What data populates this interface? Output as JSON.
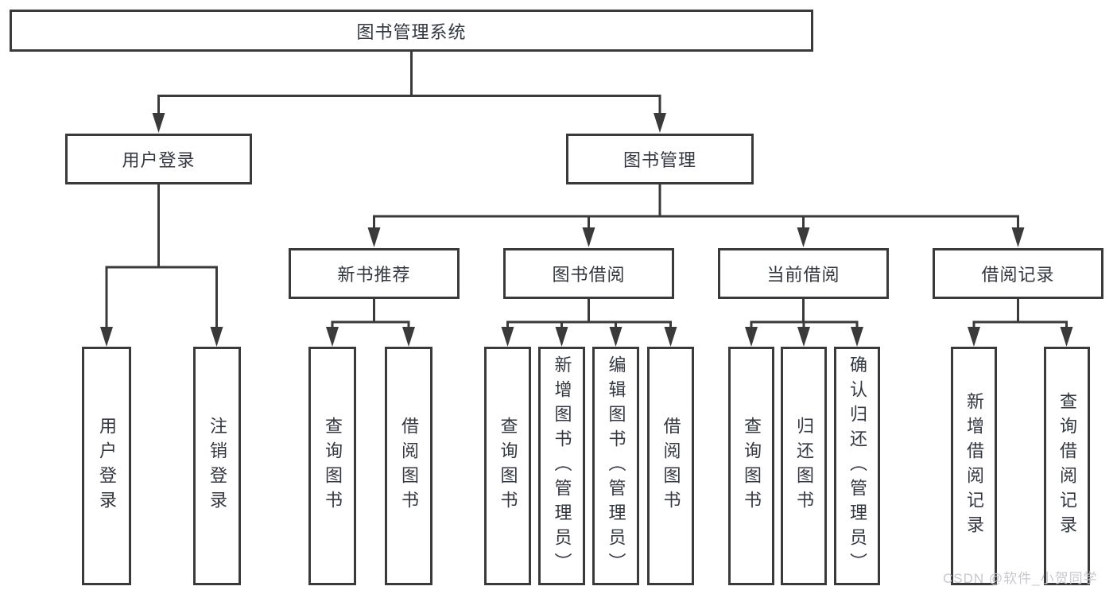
{
  "colors": {
    "line": "#3a3a3a",
    "box_border": "#3a3a3a",
    "box_fill": "#ffffff",
    "label_text": "#333740",
    "background": "#ffffff",
    "watermark": "#c9c6ce"
  },
  "tree": {
    "root": {
      "label": "图书管理系统"
    },
    "branches": [
      {
        "label": "用户登录",
        "children": [
          {
            "label": "用户登录"
          },
          {
            "label": "注销登录"
          }
        ]
      },
      {
        "label": "图书管理",
        "children": [
          {
            "label": "新书推荐",
            "children": [
              {
                "label": "查询图书"
              },
              {
                "label": "借阅图书"
              }
            ]
          },
          {
            "label": "图书借阅",
            "children": [
              {
                "label": "查询图书"
              },
              {
                "label": "新增图书（管理员）"
              },
              {
                "label": "编辑图书（管理员）"
              },
              {
                "label": "借阅图书"
              }
            ]
          },
          {
            "label": "当前借阅",
            "children": [
              {
                "label": "查询图书"
              },
              {
                "label": "归还图书"
              },
              {
                "label": "确认归还（管理员）"
              }
            ]
          },
          {
            "label": "借阅记录",
            "children": [
              {
                "label": "新增借阅记录"
              },
              {
                "label": "查询借阅记录"
              }
            ]
          }
        ]
      }
    ]
  },
  "watermark": {
    "text": "CSDN @软件_小贺同学"
  }
}
